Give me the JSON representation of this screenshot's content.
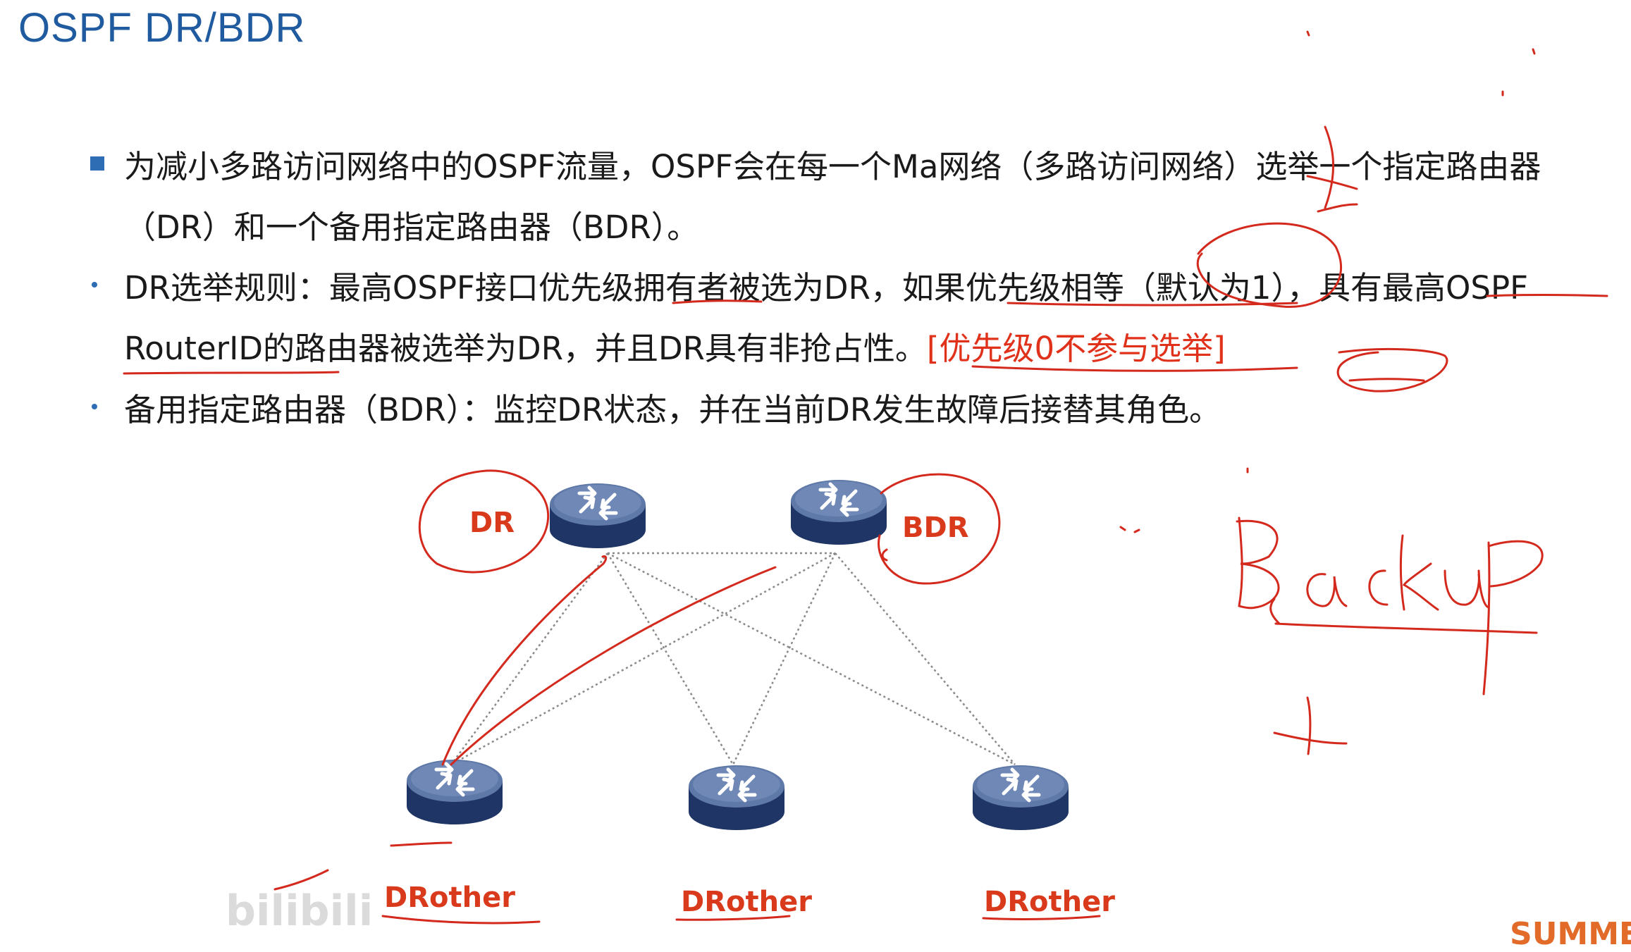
{
  "slide": {
    "title": "OSPF DR/BDR",
    "bullets": [
      {
        "marker": "square",
        "lines": [
          "为减小多路访问网络中的OSPF流量，OSPF会在每一个Ma网络（多路访问网络）选举一个指定路由器",
          "（DR）和一个备用指定路由器（BDR）。"
        ]
      },
      {
        "marker": "dot",
        "lines": [
          "DR选举规则：最高OSPF接口优先级拥有者被选为DR，如果优先级相等（默认为1），具有最高OSPF",
          "RouterID的路由器被选举为DR，并且DR具有非抢占性。"
        ],
        "highlight": "[优先级0不参与选举]"
      },
      {
        "marker": "dot",
        "lines": [
          "备用指定路由器（BDR）：监控DR状态，并在当前DR发生故障后接替其角色。"
        ]
      }
    ]
  },
  "diagram": {
    "routers": [
      {
        "id": "dr",
        "label": "DR"
      },
      {
        "id": "bdr",
        "label": "BDR"
      },
      {
        "id": "drother1",
        "label": "DRother"
      },
      {
        "id": "drother2",
        "label": "DRother"
      },
      {
        "id": "drother3",
        "label": "DRother"
      }
    ],
    "handwriting": "Backup",
    "colors": {
      "label": "#d93a1c",
      "ink": "#d42a1e",
      "router_top": "#5e78a8",
      "router_side": "#1f3566",
      "link": "#8a8a8a",
      "title": "#1f5b9e",
      "bullet": "#2e6db4"
    }
  },
  "watermark": {
    "left": "bilibili",
    "right": "SUMMER"
  }
}
